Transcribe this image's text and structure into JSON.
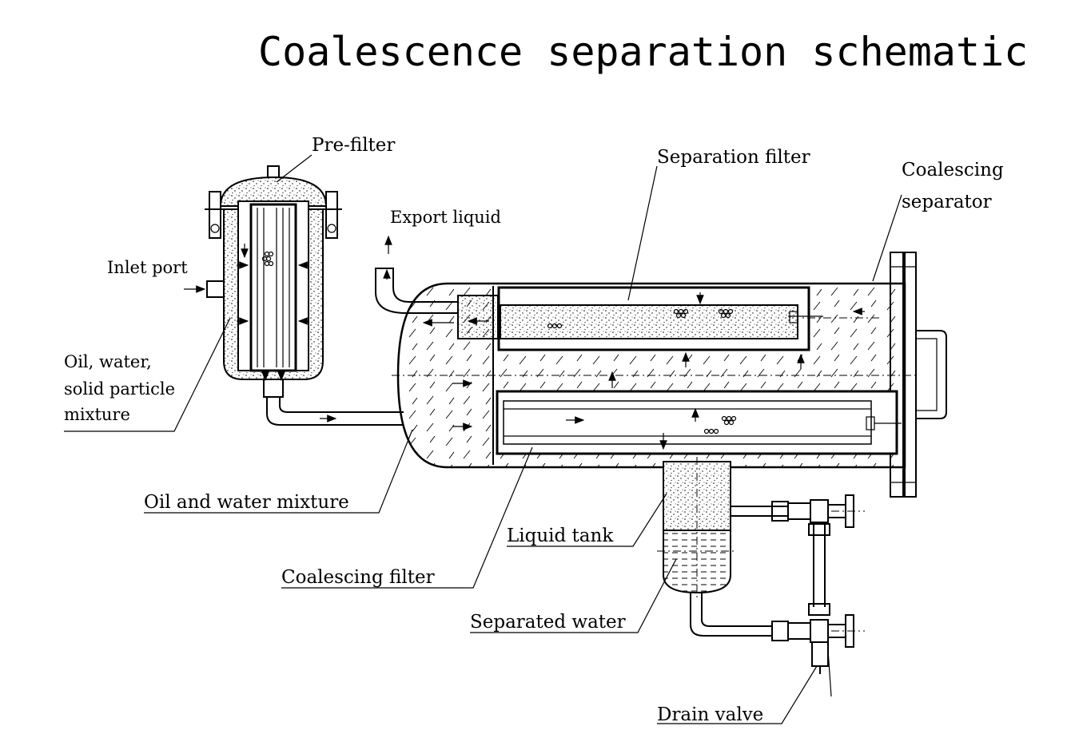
{
  "title": "Coalescence separation schematic",
  "labels": {
    "pre_filter": "Pre-filter",
    "separation_filter": "Separation filter",
    "coalescing_separator_line1": "Coalescing",
    "coalescing_separator_line2": "separator",
    "export_liquid": "Export liquid",
    "inlet_port": "Inlet port",
    "mixture_line1": "Oil, water,",
    "mixture_line2": "solid particle",
    "mixture_line3": "mixture",
    "oil_water_mixture": "Oil and water mixture",
    "liquid_tank": "Liquid tank",
    "coalescing_filter": "Coalescing filter",
    "separated_water": "Separated water",
    "drain_valve": "Drain valve"
  },
  "colors": {
    "line": "#000000",
    "background": "#ffffff"
  }
}
